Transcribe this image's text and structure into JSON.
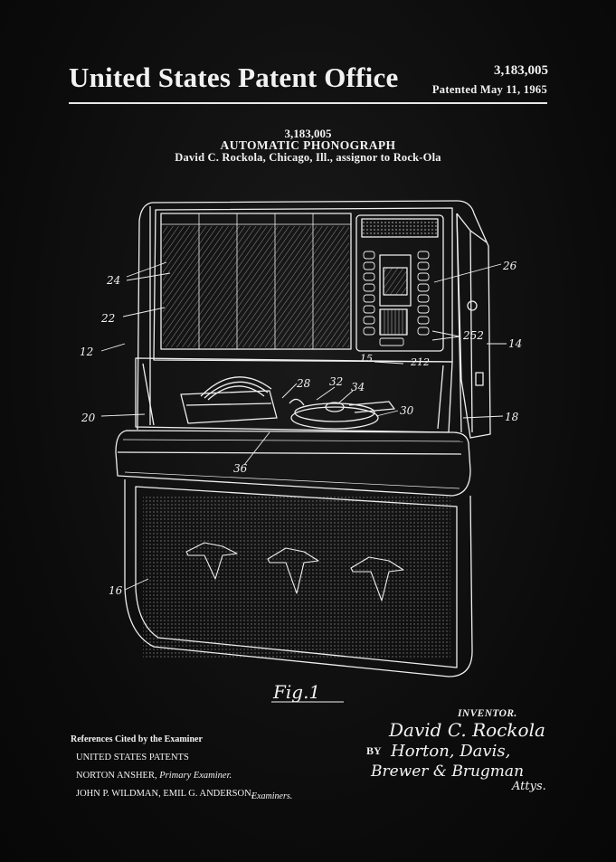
{
  "header": {
    "office_title": "United States Patent Office",
    "patent_number": "3,183,005",
    "patented_date": "Patented May 11, 1965"
  },
  "patent": {
    "number": "3,183,005",
    "title": "AUTOMATIC PHONOGRAPH",
    "inventor_line": "David C. Rockola, Chicago, Ill., assignor to Rock-Ola"
  },
  "figure": {
    "caption": "Fig.1",
    "callouts": [
      "24",
      "22",
      "12",
      "20",
      "16",
      "26",
      "252",
      "14",
      "18",
      "28",
      "32",
      "34",
      "30",
      "36",
      "15",
      "212"
    ]
  },
  "references": {
    "heading": "References Cited by the Examiner",
    "patents": "UNITED STATES PATENTS",
    "primary_name": "NORTON ANSHER,",
    "primary_role": "Primary Examiner.",
    "examiners_names": "JOHN P. WILDMAN, EMIL G. ANDERSON,",
    "examiners_role": "Examiners."
  },
  "inventor": {
    "heading": "INVENTOR.",
    "signature": "David C. Rockola",
    "by": "BY",
    "attorneys_1": "Horton, Davis,",
    "attorneys_2": "Brewer & Brugman",
    "attorneys_suffix": "Attys."
  }
}
